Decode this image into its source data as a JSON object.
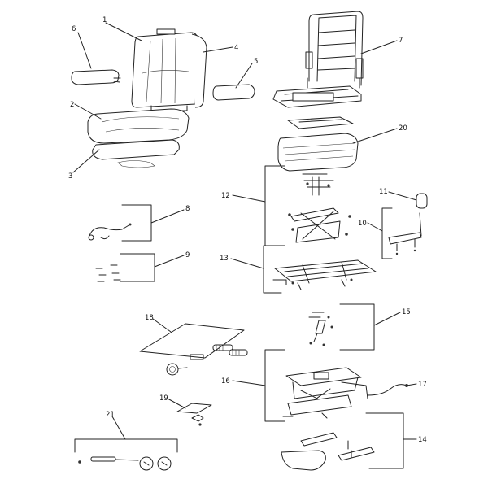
{
  "callouts": [
    "1",
    "2",
    "3",
    "4",
    "5",
    "6",
    "7",
    "8",
    "9",
    "10",
    "11",
    "12",
    "13",
    "14",
    "15",
    "16",
    "17",
    "18",
    "19",
    "20",
    "21"
  ],
  "colors": {
    "ink": "#222222",
    "background": "#ffffff"
  }
}
